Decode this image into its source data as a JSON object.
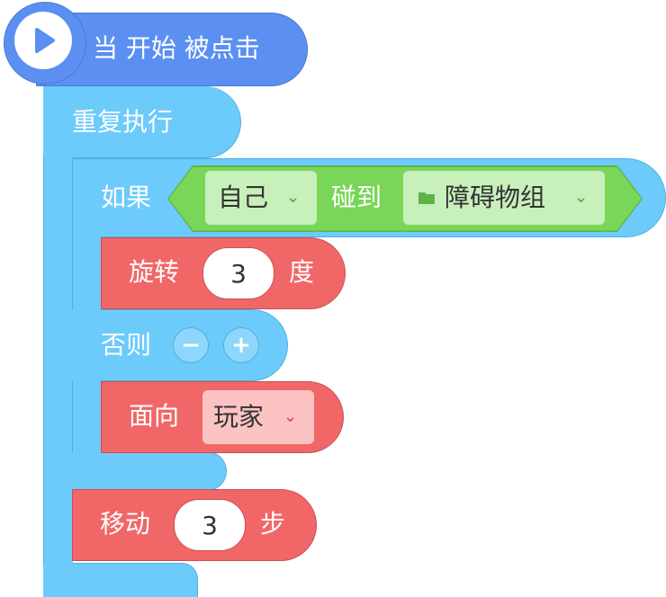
{
  "hat": {
    "label": "当 开始 被点击",
    "icon": "play-icon"
  },
  "loop": {
    "label": "重复执行"
  },
  "if_block": {
    "if_label": "如果",
    "else_label": "否则",
    "minus_label": "−",
    "plus_label": "+"
  },
  "condition": {
    "subject": "自己",
    "verb": "碰到",
    "target": "障碍物组",
    "target_icon": "folder-icon"
  },
  "rotate_block": {
    "prefix": "旋转",
    "value": "3",
    "suffix": "度"
  },
  "face_block": {
    "prefix": "面向",
    "target": "玩家"
  },
  "move_block": {
    "prefix": "移动",
    "value": "3",
    "suffix": "步"
  },
  "colors": {
    "events": "#5b8ff2",
    "control": "#6ccbfb",
    "sensing": "#79d659",
    "motion": "#f16767"
  }
}
